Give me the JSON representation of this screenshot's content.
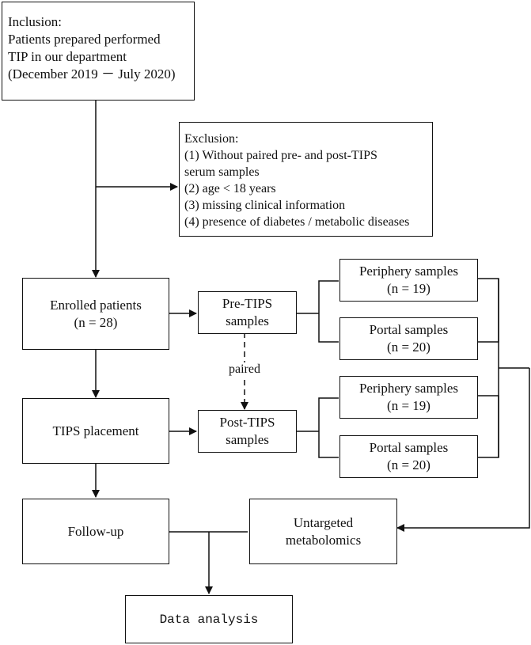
{
  "inclusion": {
    "lines": [
      "Inclusion:",
      "Patients prepared performed",
      "TIP in our department",
      "(December 2019 － July 2020)"
    ]
  },
  "exclusion": {
    "lines": [
      "Exclusion:",
      "(1) Without paired pre- and post-TIPS",
      "serum samples",
      "(2) age < 18 years",
      "(3) missing clinical information",
      "(4) presence of diabetes / metabolic diseases"
    ]
  },
  "enrolled": {
    "line1": "Enrolled patients",
    "line2": "(n = 28)"
  },
  "tips_placement": {
    "label": "TIPS placement"
  },
  "follow_up": {
    "label": "Follow-up"
  },
  "pre_tips": {
    "line1": "Pre-TIPS",
    "line2": "samples"
  },
  "post_tips": {
    "line1": "Post-TIPS",
    "line2": "samples"
  },
  "paired_label": "paired",
  "pre_periphery": {
    "line1": "Periphery samples",
    "line2": "(n = 19)"
  },
  "pre_portal": {
    "line1": "Portal samples",
    "line2": "(n = 20)"
  },
  "post_periphery": {
    "line1": "Periphery samples",
    "line2": "(n = 19)"
  },
  "post_portal": {
    "line1": "Portal samples",
    "line2": "(n = 20)"
  },
  "metabolomics": {
    "line1": "Untargeted",
    "line2": "metabolomics"
  },
  "data_analysis": {
    "label": "Data analysis"
  }
}
